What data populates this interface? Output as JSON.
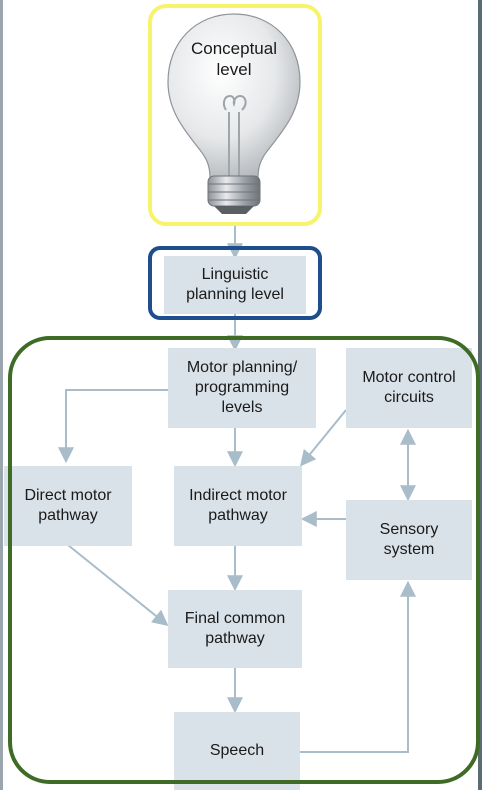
{
  "diagram": {
    "bulb_label": "Conceptual\nlevel",
    "nodes": {
      "linguistic": "Linguistic\nplanning level",
      "motor_planning": "Motor planning/\nprogramming\nlevels",
      "motor_control": "Motor control\ncircuits",
      "direct_motor": "Direct motor\npathway",
      "indirect_motor": "Indirect motor\npathway",
      "sensory": "Sensory\nsystem",
      "final_common": "Final common\npathway",
      "speech": "Speech"
    },
    "highlights": {
      "conceptual": "#f7f36a",
      "linguistic": "#1f4e8c",
      "motor": "#3e6b26"
    },
    "arrow_color": "#a9bcc9",
    "box_color": "#d9e1e9"
  }
}
